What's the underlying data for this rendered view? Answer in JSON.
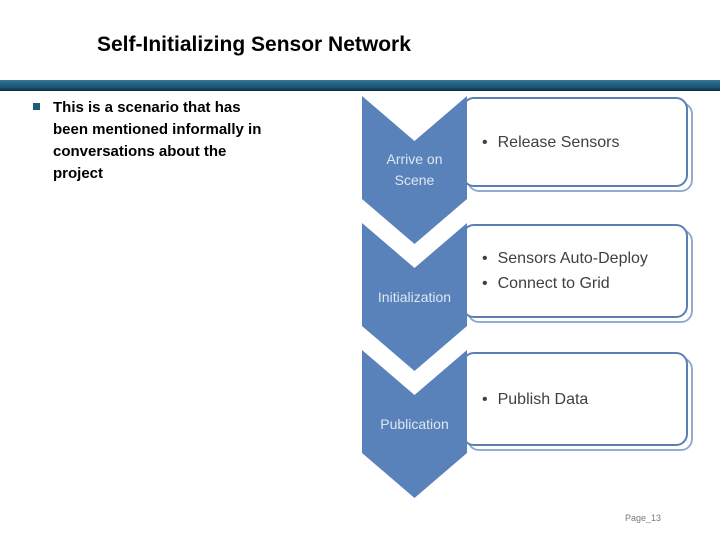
{
  "slide": {
    "title": "Self-Initializing Sensor Network",
    "body_bullet": "This is a scenario that has\nbeen mentioned informally in\nconversations about the\nproject",
    "footer": "Page_13"
  },
  "diagram": {
    "bullet_char": "•",
    "steps": [
      {
        "label": "Arrive on\nScene",
        "items": [
          "Release Sensors"
        ]
      },
      {
        "label": "Initialization",
        "items": [
          "Sensors Auto-Deploy",
          "Connect to Grid"
        ]
      },
      {
        "label": "Publication",
        "items": [
          "Publish Data"
        ]
      }
    ]
  },
  "colors": {
    "chevron_fill": "#5a82ba",
    "chevron_label_text": "#dde7f3",
    "box_border": "#5b7fb5",
    "box_echo_line": "#93abd1",
    "box_text": "#404040",
    "divider_top": "#3a7793",
    "divider_bottom": "#0d2c3f",
    "bullet_square": "#1f5c7a",
    "footer_text": "#7a7a7a"
  }
}
